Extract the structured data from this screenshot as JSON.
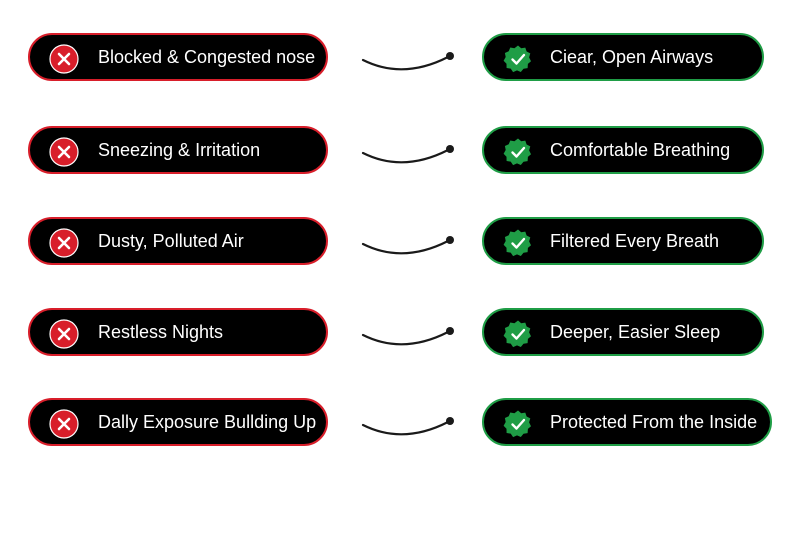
{
  "colors": {
    "bad": "#d81e2a",
    "good": "#1f9d46",
    "pill_bg": "#000000",
    "text": "#ffffff",
    "connector": "#1a1a1a"
  },
  "icons": {
    "bad": "x-circle-icon",
    "good": "check-badge-icon"
  },
  "rows": [
    {
      "problem": "Blocked & Congested nose",
      "benefit": "Ciear, Open Airways"
    },
    {
      "problem": "Sneezing & Irritation",
      "benefit": "Comfortable Breathing"
    },
    {
      "problem": "Dusty, Polluted Air",
      "benefit": "Filtered Every Breath"
    },
    {
      "problem": "Restless Nights",
      "benefit": "Deeper, Easier Sleep"
    },
    {
      "problem": "Dally Exposure Bullding Up",
      "benefit": "Protected From the Inside"
    }
  ]
}
